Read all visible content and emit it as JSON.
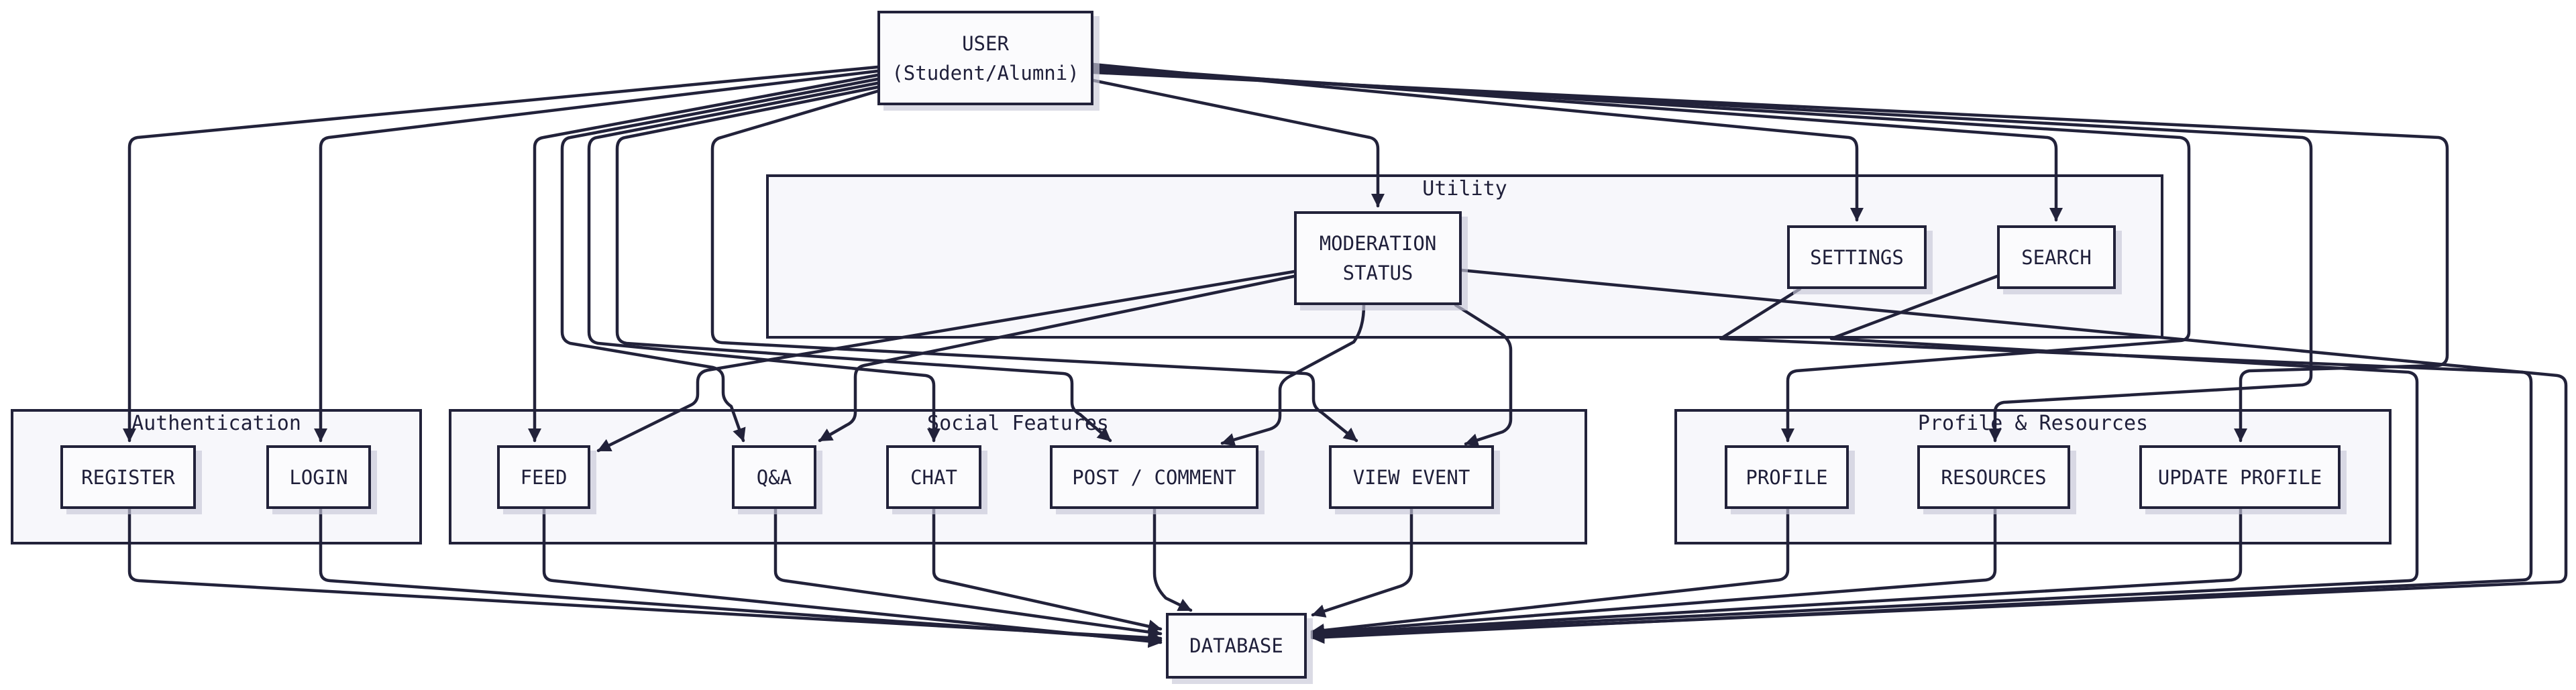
{
  "nodes": {
    "user": {
      "line1": "USER",
      "line2": "(Student/Alumni)"
    },
    "register": "REGISTER",
    "login": "LOGIN",
    "feed": "FEED",
    "qa": "Q&A",
    "chat": "CHAT",
    "post_comment": "POST / COMMENT",
    "view_event": "VIEW EVENT",
    "moderation": {
      "line1": "MODERATION",
      "line2": "STATUS"
    },
    "settings": "SETTINGS",
    "search": "SEARCH",
    "profile": "PROFILE",
    "resources": "RESOURCES",
    "update_profile": "UPDATE PROFILE",
    "database": "DATABASE"
  },
  "groups": {
    "authentication": "Authentication",
    "social": "Social Features",
    "utility": "Utility",
    "profile_resources": "Profile & Resources"
  },
  "colors": {
    "stroke": "#22223a",
    "group_fill": "#f7f7fb",
    "node_fill": "#fbfbfd",
    "text": "#1f1f3a"
  }
}
